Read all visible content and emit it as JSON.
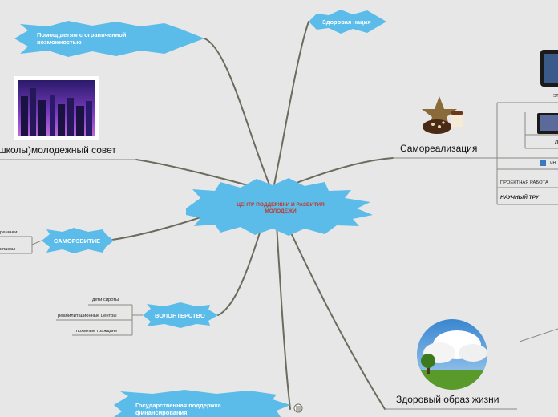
{
  "center": {
    "line1": "ЦЕНТР ПОДДЕРЖКИ И РАЗВИТИЯ",
    "line2": "МОЛОДЕЖИ"
  },
  "nodes": {
    "healthy_nation": "Здоровая нация",
    "help_children_l1": "Помощ детям с ограниченной",
    "help_children_l2": "возможностью",
    "youth_council": "школы)молодежный совет",
    "self_development": "САМОРЗВИТИЕ",
    "volunteering": "ВОЛОНТЕРСТВО",
    "state_support_l1": "Государственная поддержка",
    "state_support_l2": "финансирования",
    "self_realization": "Самореализация",
    "healthy_lifestyle": "Здоровый образ жизни"
  },
  "self_development_children": [
    "ренинги",
    "классы"
  ],
  "volunteering_children": [
    "дети сироты",
    "реабилитационные центры",
    "пожилые граждане"
  ],
  "self_realization_children": [
    "ЭЛ",
    "Л",
    "ИН",
    "ПРОЕКТНАЯ РАБОТА",
    "НАУЧНЫЙ ТРУ"
  ],
  "colors": {
    "background": "#e7e7e7",
    "burst": "#5bbcea",
    "branch": "#6b6b5e",
    "center_text": "#c0392b"
  },
  "icons": [
    "city-photo-icon",
    "star-coffee-icon",
    "tablet-icon",
    "tv-icon",
    "cloud-tree-photo-icon",
    "collapse-toggle-icon"
  ]
}
